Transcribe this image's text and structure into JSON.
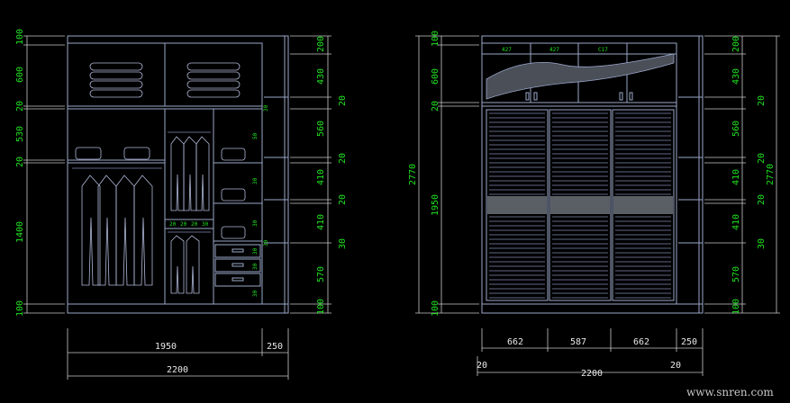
{
  "left_elevation": {
    "left_dims": [
      "100",
      "600",
      "20",
      "530",
      "20",
      "1400",
      "100"
    ],
    "right_dims": [
      "200",
      "430",
      "20",
      "560",
      "20",
      "410",
      "20",
      "410",
      "30",
      "570",
      "100"
    ],
    "small_labels": [
      "50",
      "30",
      "30",
      "30",
      "30",
      "30",
      "20",
      "20",
      "20",
      "30",
      "30",
      "30"
    ],
    "bottom_dims": {
      "main_width": "1950",
      "side_width": "250",
      "total_width": "2200"
    }
  },
  "right_elevation": {
    "left_dims": [
      "100",
      "600",
      "20",
      "1950",
      "100"
    ],
    "total_height": "2770",
    "right_dims": [
      "200",
      "430",
      "20",
      "560",
      "20",
      "410",
      "20",
      "410",
      "30",
      "570",
      "100"
    ],
    "total_height_right": "2770",
    "top_small": [
      "427",
      "427",
      "C17"
    ],
    "bottom_dims": {
      "panel_1": "662",
      "panel_2": "587",
      "panel_3": "662",
      "side": "250",
      "margin_left": "20",
      "margin_right": "20",
      "total_width": "2200"
    }
  },
  "watermark": "www.snren.com"
}
